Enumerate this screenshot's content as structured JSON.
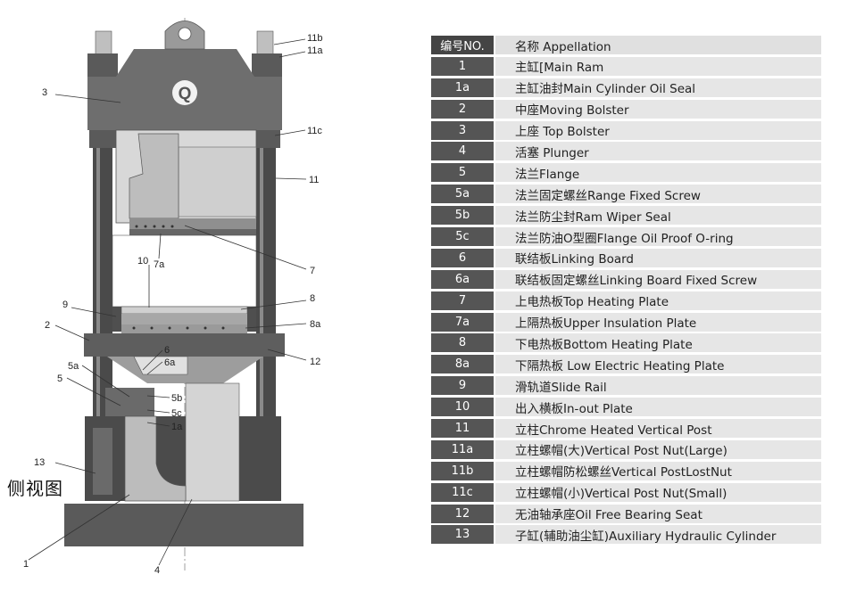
{
  "diagram": {
    "side_view_label": "侧视图",
    "logo_letter": "Q",
    "callouts": [
      {
        "id": "11b",
        "label": "11b"
      },
      {
        "id": "11a",
        "label": "11a"
      },
      {
        "id": "3",
        "label": "3"
      },
      {
        "id": "11c",
        "label": "11c"
      },
      {
        "id": "11",
        "label": "11"
      },
      {
        "id": "7a",
        "label": "7a"
      },
      {
        "id": "10",
        "label": "10"
      },
      {
        "id": "7",
        "label": "7"
      },
      {
        "id": "8",
        "label": "8"
      },
      {
        "id": "9",
        "label": "9"
      },
      {
        "id": "2",
        "label": "2"
      },
      {
        "id": "8a",
        "label": "8a"
      },
      {
        "id": "12",
        "label": "12"
      },
      {
        "id": "6",
        "label": "6"
      },
      {
        "id": "6a",
        "label": "6a"
      },
      {
        "id": "5a",
        "label": "5a"
      },
      {
        "id": "5",
        "label": "5"
      },
      {
        "id": "5b",
        "label": "5b"
      },
      {
        "id": "5c",
        "label": "5c"
      },
      {
        "id": "1a",
        "label": "1a"
      },
      {
        "id": "13",
        "label": "13"
      },
      {
        "id": "1",
        "label": "1"
      },
      {
        "id": "4",
        "label": "4"
      }
    ]
  },
  "table": {
    "header": {
      "num": "编号NO.",
      "name": "名称 Appellation"
    },
    "rows": [
      {
        "num": "1",
        "name": "主缸[Main Ram"
      },
      {
        "num": "1a",
        "name": "主缸油封Main Cylinder Oil Seal"
      },
      {
        "num": "2",
        "name": "中座Moving Bolster"
      },
      {
        "num": "3",
        "name": "上座 Top Bolster"
      },
      {
        "num": "4",
        "name": "活塞 Plunger"
      },
      {
        "num": "5",
        "name": "法兰Flange"
      },
      {
        "num": "5a",
        "name": "法兰固定螺丝Range Fixed Screw"
      },
      {
        "num": "5b",
        "name": "法兰防尘封Ram Wiper Seal"
      },
      {
        "num": "5c",
        "name": "法兰防油O型圈Flange Oil Proof O-ring"
      },
      {
        "num": "6",
        "name": "联结板Linking Board"
      },
      {
        "num": "6a",
        "name": "联结板固定螺丝Linking Board Fixed Screw"
      },
      {
        "num": "7",
        "name": "上电热板Top Heating Plate"
      },
      {
        "num": "7a",
        "name": "上隔热板Upper Insulation Plate"
      },
      {
        "num": "8",
        "name": "下电热板Bottom Heating Plate"
      },
      {
        "num": "8a",
        "name": "下隔热板 Low Electric Heating Plate"
      },
      {
        "num": "9",
        "name": "滑轨道Slide Rail"
      },
      {
        "num": "10",
        "name": "出入横板In-out Plate"
      },
      {
        "num": "11",
        "name": "立柱Chrome Heated Vertical Post"
      },
      {
        "num": "11a",
        "name": "立柱螺帽(大)Vertical Post Nut(Large)"
      },
      {
        "num": "11b",
        "name": "立柱螺帽防松螺丝Vertical PostLostNut"
      },
      {
        "num": "11c",
        "name": "立柱螺帽(小)Vertical Post Nut(Small)"
      },
      {
        "num": "12",
        "name": "无油轴承座Oil Free Bearing Seat"
      },
      {
        "num": "13",
        "name": "子缸(辅助油尘缸)Auxiliary Hydraulic Cylinder"
      }
    ]
  }
}
